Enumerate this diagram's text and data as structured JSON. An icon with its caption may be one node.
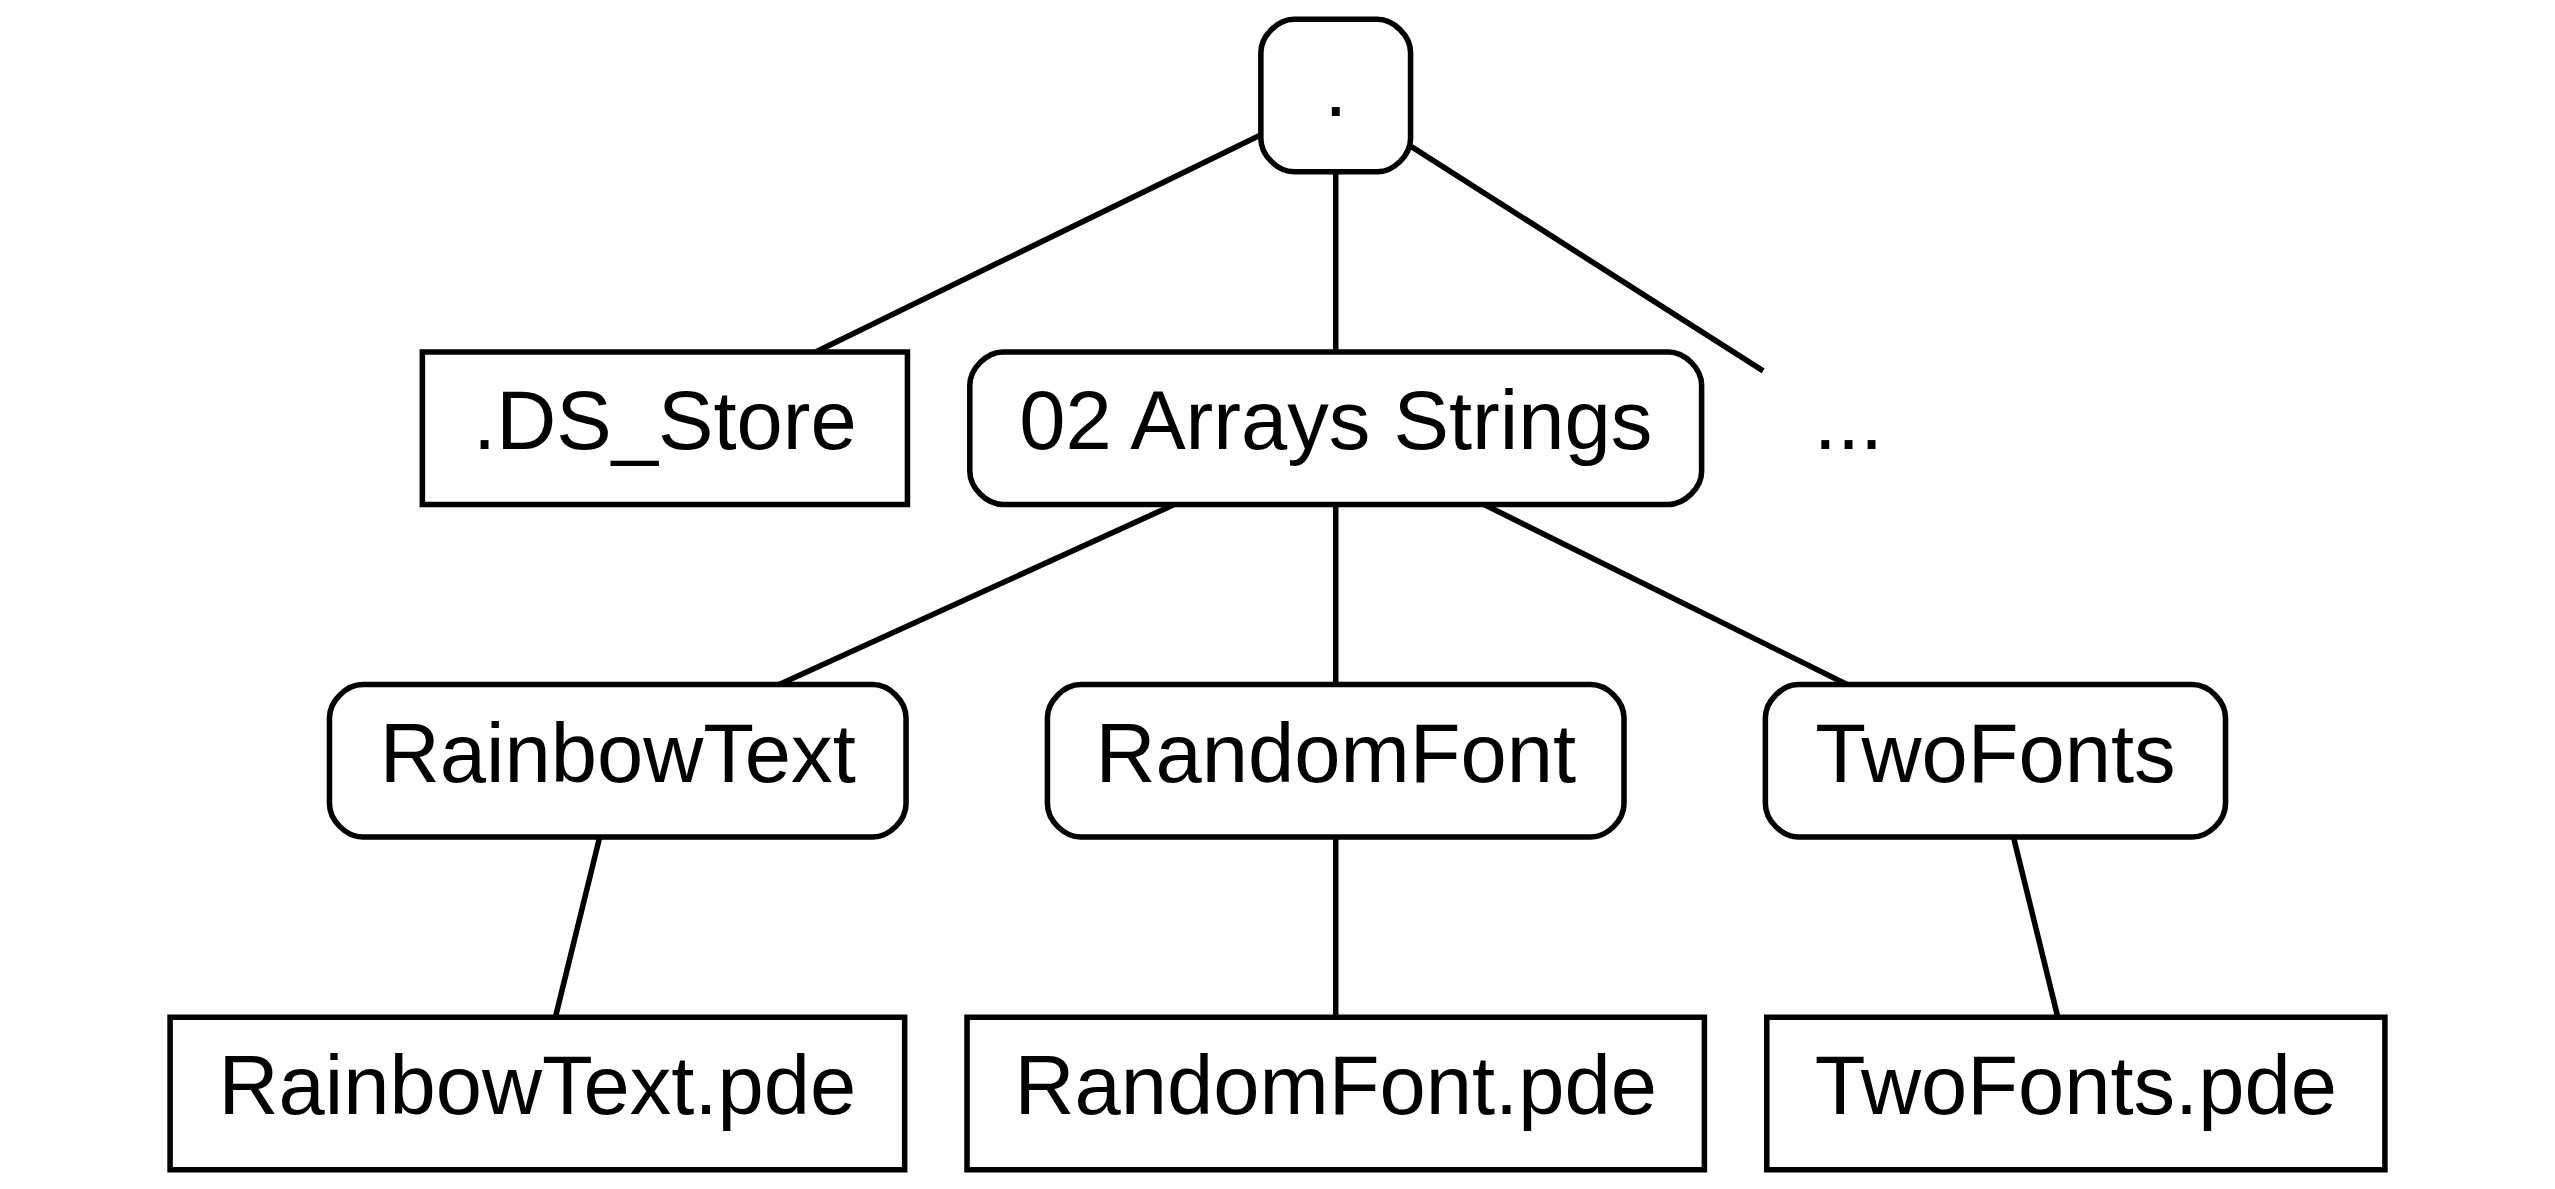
{
  "diagram": {
    "nodes": [
      {
        "text": [
          "."
        ]
      },
      {
        "text": [
          ".DS_Store"
        ]
      },
      {
        "text": [
          "02 Arrays Strings"
        ]
      },
      {
        "text": [
          "..."
        ]
      },
      {
        "text": [
          "RainbowText"
        ]
      },
      {
        "text": [
          "RandomFont"
        ]
      },
      {
        "text": [
          "TwoFonts"
        ]
      },
      {
        "text": [
          "RainbowText.pde"
        ]
      },
      {
        "text": [
          "RandomFont.pde"
        ]
      },
      {
        "text": [
          "TwoFonts.pde"
        ]
      }
    ],
    "edges": [
      {
        "from": 0,
        "to": 1,
        "arrow": "none"
      },
      {
        "from": 0,
        "to": 2,
        "arrow": "none"
      },
      {
        "from": 0,
        "to": 3,
        "arrow": "none"
      },
      {
        "from": 2,
        "to": 4,
        "arrow": "none"
      },
      {
        "from": 2,
        "to": 5,
        "arrow": "none"
      },
      {
        "from": 2,
        "to": 6,
        "arrow": "none"
      },
      {
        "from": 4,
        "to": 7,
        "arrow": "none"
      },
      {
        "from": 5,
        "to": 8,
        "arrow": "none"
      },
      {
        "from": 6,
        "to": 9,
        "arrow": "none"
      }
    ]
  }
}
